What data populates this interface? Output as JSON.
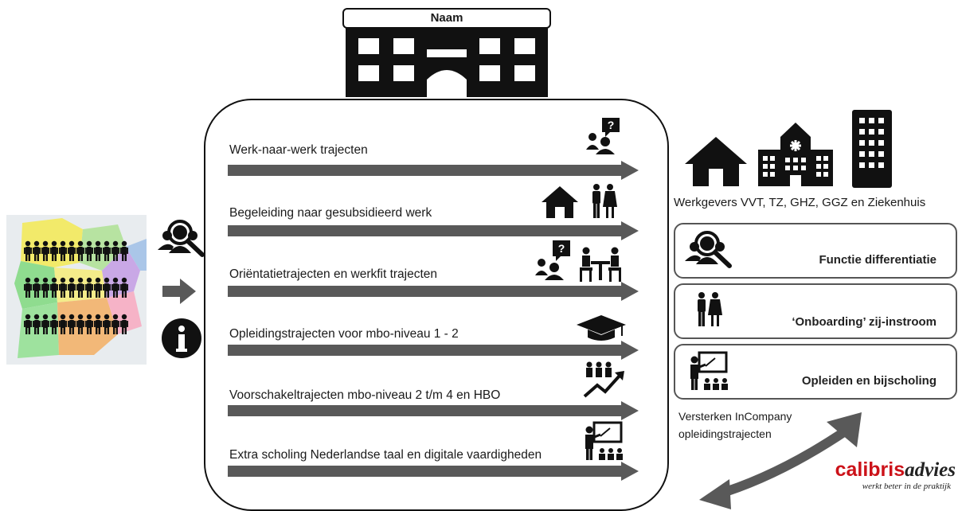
{
  "building": {
    "name": "Naam"
  },
  "tracks": [
    {
      "label": "Werk-naar-werk trajecten",
      "icons": [
        "person-question-icon"
      ]
    },
    {
      "label": "Begeleiding naar gesubsidieerd werk",
      "icons": [
        "house-icon",
        "couple-icon"
      ]
    },
    {
      "label": "Oriëntatietrajecten en werkfit trajecten",
      "icons": [
        "person-question-icon",
        "meeting-table-icon"
      ]
    },
    {
      "label": "Opleidingstrajecten voor mbo-niveau 1 - 2",
      "icons": [
        "graduation-cap-icon"
      ]
    },
    {
      "label": "Voorschakeltrajecten mbo-niveau 2 t/m 4 en HBO",
      "icons": [
        "growth-chart-icon"
      ]
    },
    {
      "label": "Extra scholing Nederlandse taal en digitale vaardigheden",
      "icons": [
        "teacher-board-icon"
      ]
    }
  ],
  "employers": {
    "label": "Werkgevers VVT, TZ, GHZ, GGZ en Ziekenhuis",
    "icons": [
      "house-icon",
      "hospital-icon",
      "office-building-icon"
    ]
  },
  "functions": [
    {
      "label": "Functie differentiatie",
      "icon": "person-search-icon"
    },
    {
      "label": "‘Onboarding’ zij-instroom",
      "icon": "couple-icon"
    },
    {
      "label": "Opleiden en bijscholing",
      "icon": "teacher-board-icon"
    }
  ],
  "incompany": {
    "line1": "Versterken InCompany",
    "line2": "opleidingstrajecten"
  },
  "logo": {
    "brand_bold": "calibris",
    "brand_italic": "advies",
    "tagline": "werkt beter in de praktijk"
  },
  "colors": {
    "arrow": "#595959",
    "logo_red": "#cc1219",
    "icon": "#111111",
    "map_yellow": "#f2ea6a",
    "map_green": "#8fdc8f",
    "map_purple": "#c9a8e6",
    "map_orange": "#f2b878",
    "map_pink": "#f6b3c7"
  }
}
